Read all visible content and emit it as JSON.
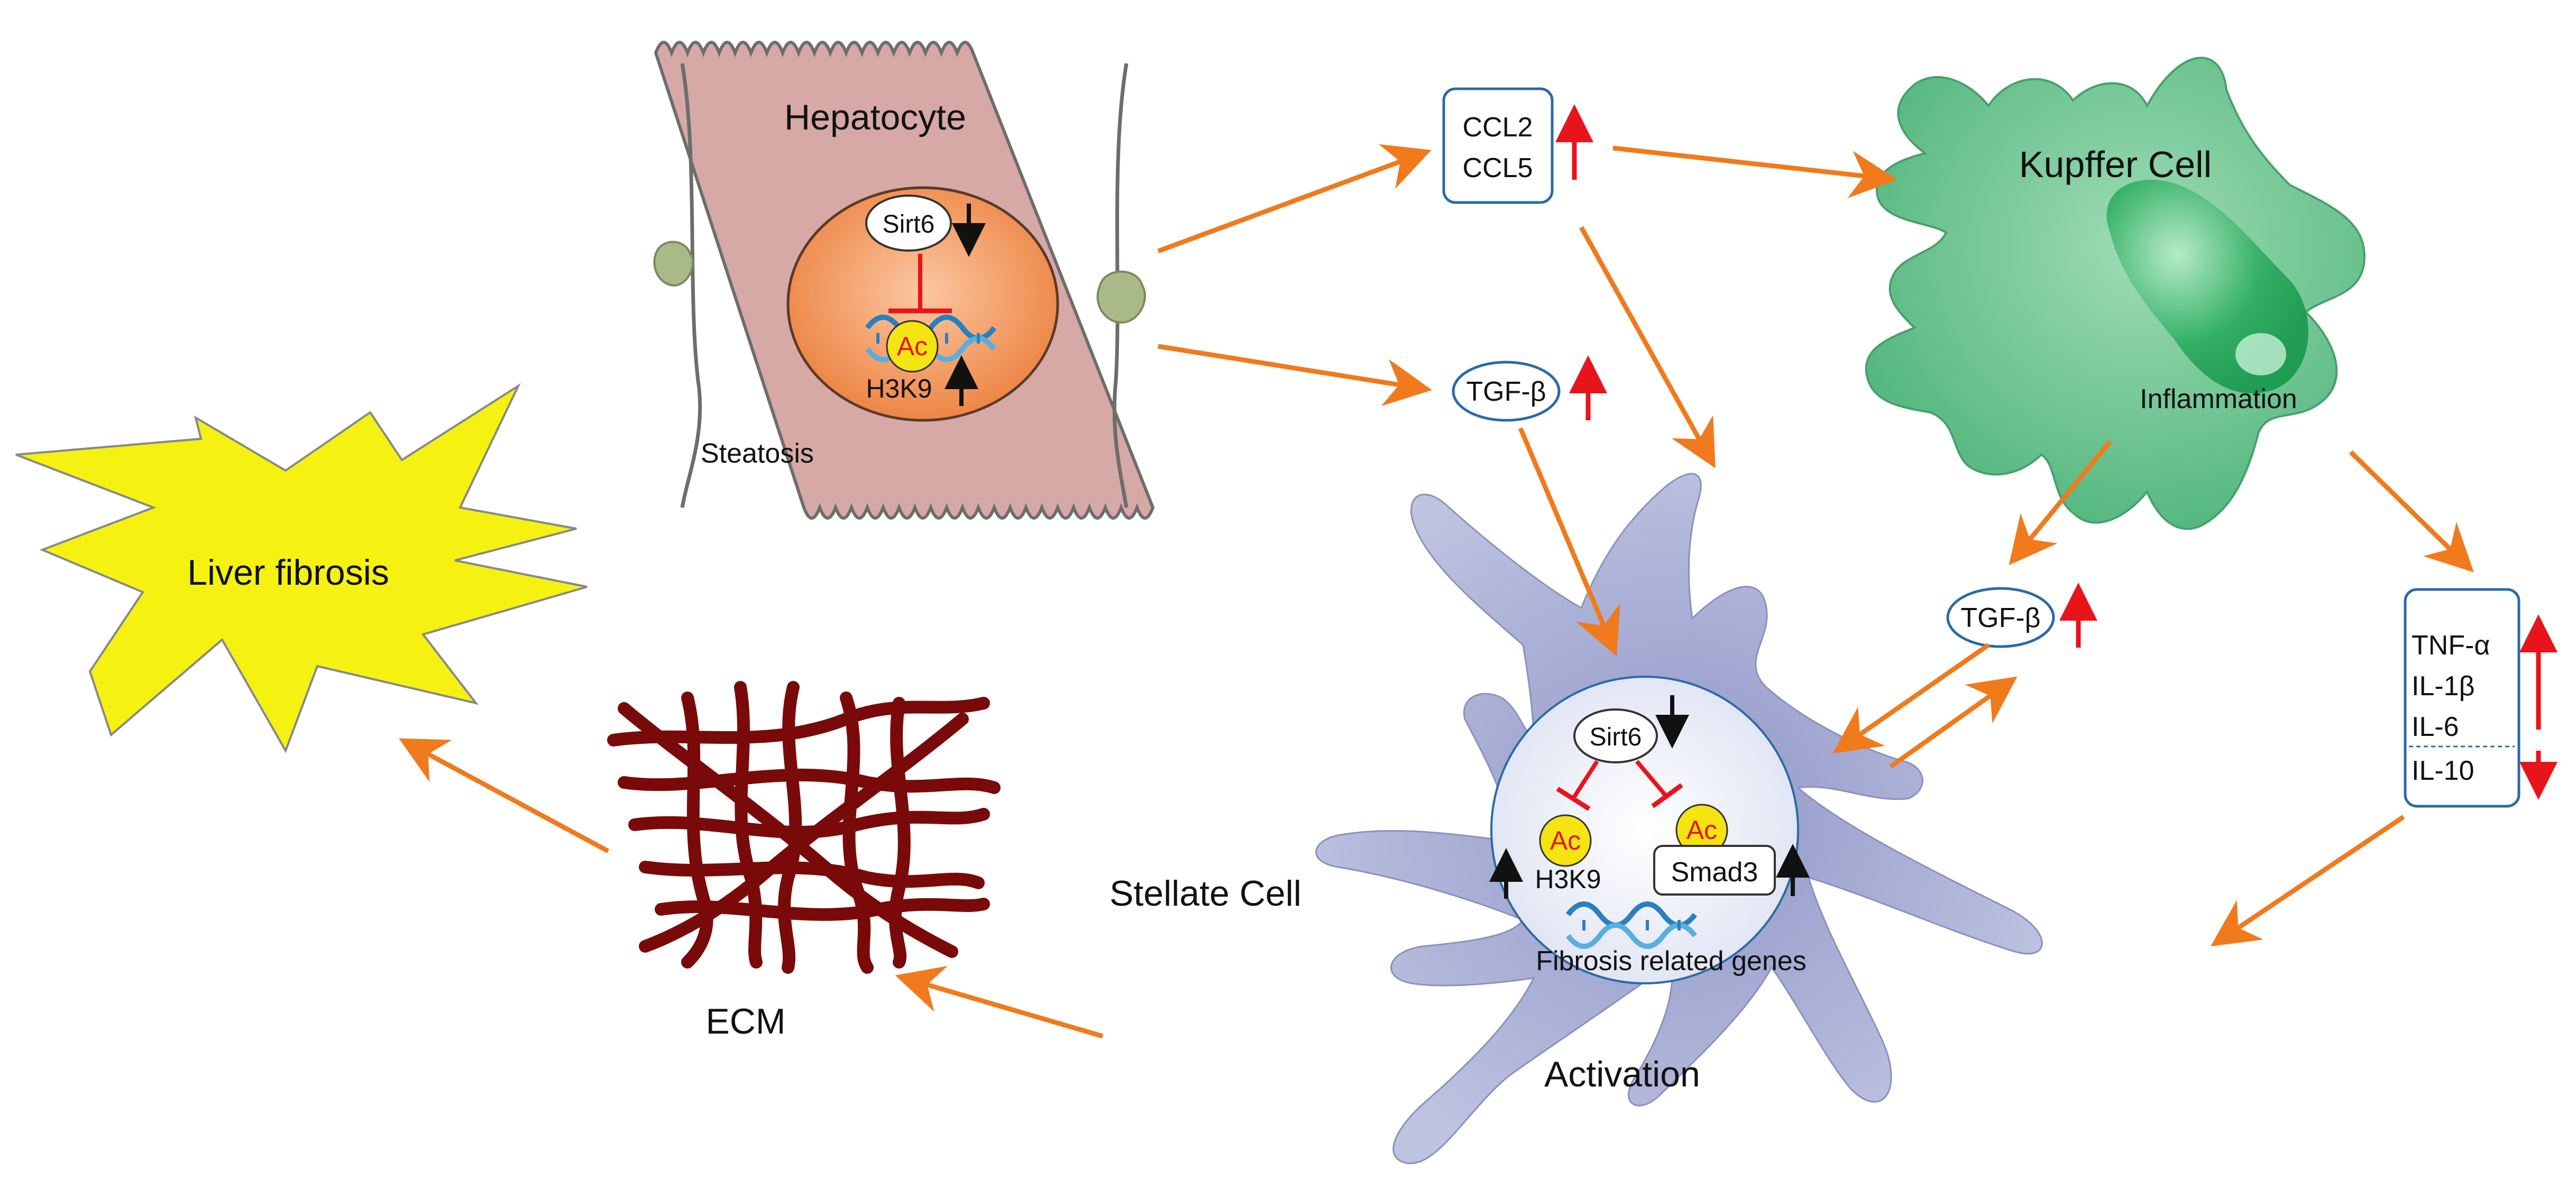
{
  "colors": {
    "arrow": "#f07a1c",
    "increase_arrow": "#e8141c",
    "decrease_arrow": "#111111",
    "inhibition": "#e8141c",
    "hepatocyte_fill": "#d6a9a6",
    "nucleus_fill": "#f39b63",
    "kupffer_fill": "#55bb80",
    "stellate_fill": "#b9bfde",
    "star_fill": "#f5f212",
    "ecm_fiber": "#7a0a0a",
    "box_border": "#2b6aa6",
    "acetyl_fill": "#f4e412",
    "acetyl_text": "#e8141c"
  },
  "hepatocyte": {
    "title": "Hepatocyte",
    "sirt6": "Sirt6",
    "acetyl": "Ac",
    "histone": "H3K9",
    "condition": "Steatosis"
  },
  "secreted": {
    "chemokine_1": "CCL2",
    "chemokine_2": "CCL5",
    "tgf_hepatocyte": "TGF-β",
    "tgf_kupffer": "TGF-β"
  },
  "kupffer": {
    "title": "Kupffer Cell",
    "state": "Inflammation"
  },
  "cytokines": {
    "items": [
      "TNF-α",
      "IL-1β",
      "IL-6",
      "IL-10"
    ]
  },
  "stellate": {
    "title": "Stellate Cell",
    "state": "Activation",
    "sirt6": "Sirt6",
    "acetyl": "Ac",
    "histone": "H3K9",
    "smad": "Smad3",
    "genes": "Fibrosis related genes"
  },
  "ecm": {
    "label": "ECM"
  },
  "outcome": {
    "label": "Liver fibrosis"
  },
  "icons": [
    "dna-icon",
    "up-arrow-icon",
    "down-arrow-icon",
    "inhibition-icon",
    "flow-arrow-icon"
  ]
}
